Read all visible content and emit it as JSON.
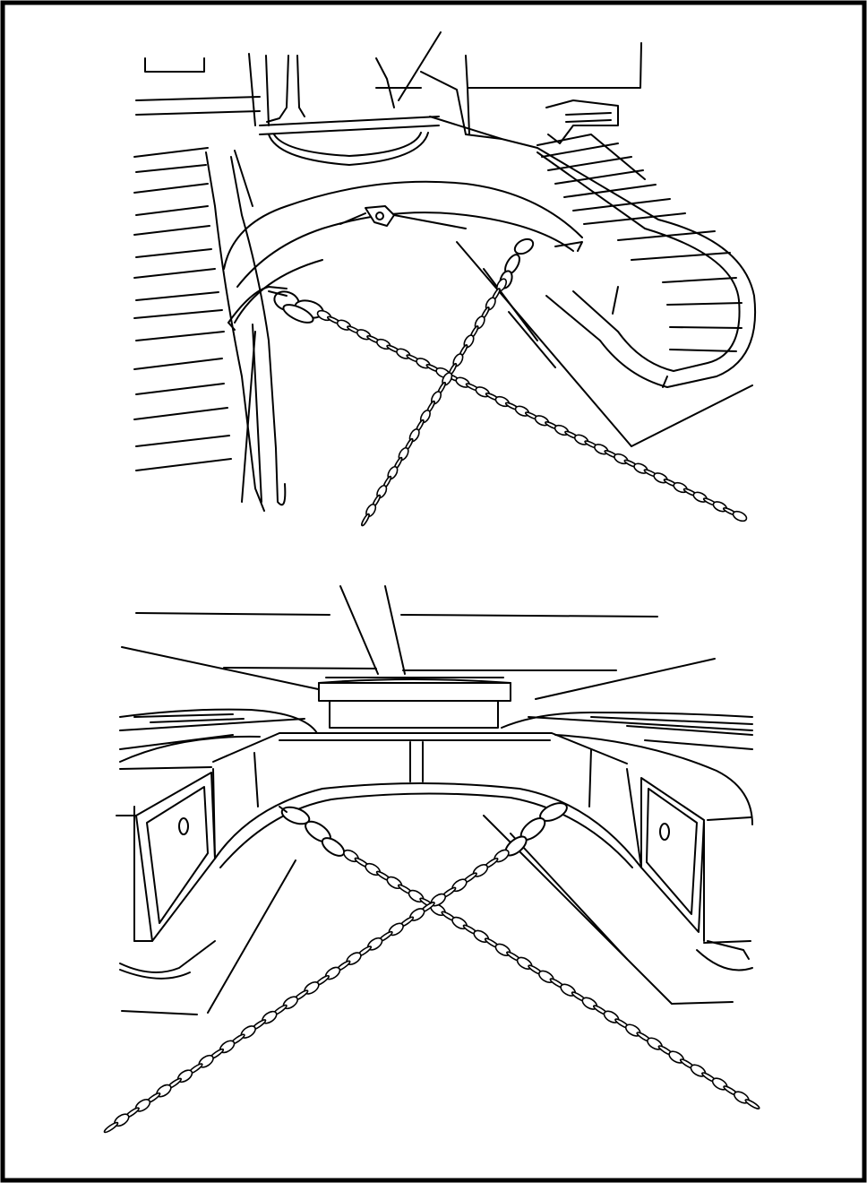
{
  "figure": {
    "panels": [
      {
        "view": "rear-quarter",
        "subject": "track-frame-cross-chains"
      },
      {
        "view": "rear",
        "subject": "track-frame-cross-chains"
      }
    ]
  },
  "colors": {
    "ink": "#000000",
    "paper": "#ffffff"
  }
}
